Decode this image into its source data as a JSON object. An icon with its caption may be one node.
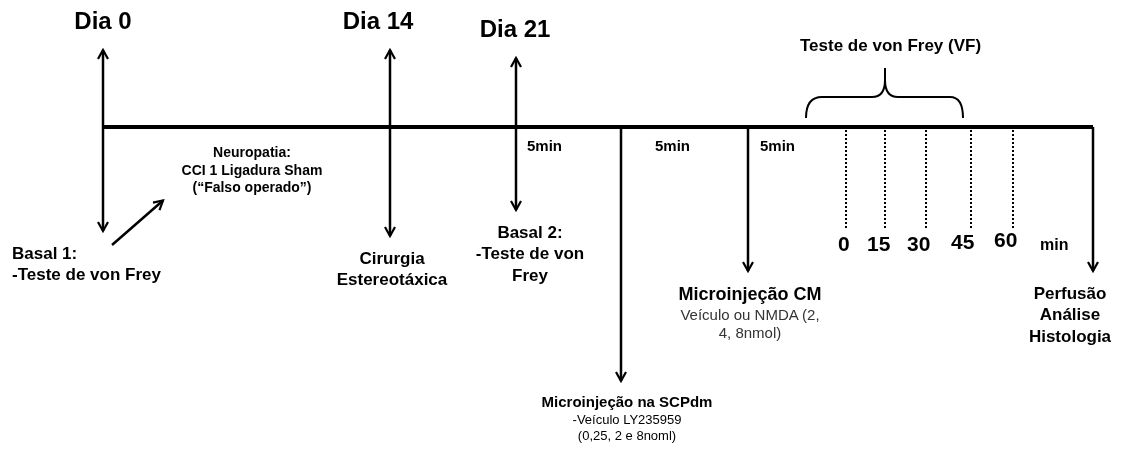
{
  "diagram": {
    "nodes": [
      {
        "text": [
          "Dia 0"
        ]
      },
      {
        "text": [
          "Basal 1:",
          "-Teste de von Frey"
        ]
      },
      {
        "text": [
          "Dia 14"
        ]
      },
      {
        "text": [
          "Cirurgia Estereotáxica"
        ]
      },
      {
        "text": [
          "Dia 21"
        ]
      },
      {
        "text": [
          "Basal 2:",
          "-Teste de von Frey"
        ]
      },
      {
        "text": [
          "Neuropatia:",
          "CCI 1 Ligadura Sham (“Falso operado”)"
        ]
      },
      {
        "text": [
          "Microinjeção na SCPdm",
          "-Veículo LY235959 (0,25, 2 e 8noml)"
        ]
      },
      {
        "text": [
          "Microinjeção  CM",
          "Veículo ou NMDA (2, 4, 8nmol)"
        ]
      },
      {
        "text": [
          "Perfusão Análise Histologia"
        ]
      }
    ],
    "edges": [
      {
        "from": 0,
        "to": 1,
        "arrow": "both"
      },
      {
        "from": 2,
        "to": 3,
        "arrow": "both"
      },
      {
        "from": 4,
        "to": 5,
        "arrow": "both"
      },
      {
        "from": 1,
        "to": 6,
        "arrow": "to"
      },
      {
        "from": null,
        "to": 7,
        "arrow": "to"
      },
      {
        "from": null,
        "to": 8,
        "arrow": "to"
      },
      {
        "from": null,
        "to": 9,
        "arrow": "to"
      }
    ],
    "labels": [
      "Teste de von Frey (VF)",
      "5min",
      "5min",
      "5min",
      "0",
      "15",
      "30",
      "45",
      "60",
      "min"
    ]
  }
}
